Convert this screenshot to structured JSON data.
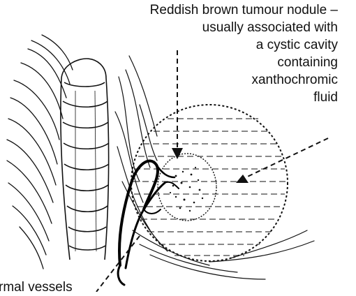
{
  "annotation": {
    "lines": [
      "Reddish brown tumour nodule –",
      "usually associated with",
      "a cystic cavity",
      "containing",
      "xanthochromic",
      "fluid"
    ]
  },
  "bottom_label": "rmal vessels"
}
